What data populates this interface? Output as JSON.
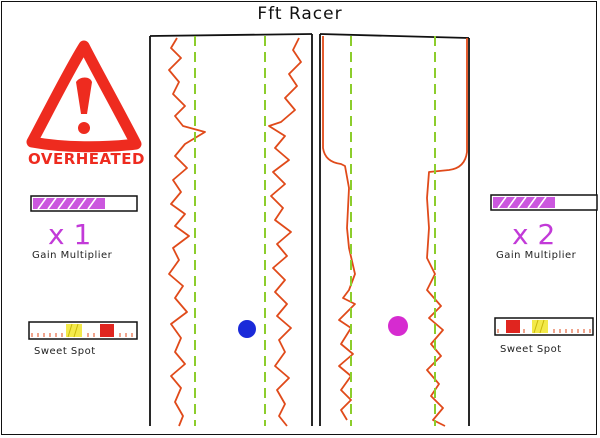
{
  "title": "Fft Racer",
  "status": {
    "text": "OVERHEATED",
    "icon": "warning-triangle-icon",
    "color": "#ee2b1f"
  },
  "players": [
    {
      "multiplier": "x 1",
      "multiplier_label": "Gain Multiplier",
      "sweet_spot_label": "Sweet Spot"
    },
    {
      "multiplier": "x 2",
      "multiplier_label": "Gain Multiplier",
      "sweet_spot_label": "Sweet Spot"
    }
  ],
  "colors": {
    "track_edge": "#e04a1a",
    "lane_marker": "#8ccd2c",
    "player1_dot": "#1a2ad9",
    "player2_dot": "#d62bd0",
    "gain_fill": "#c23ad8",
    "sweet_spot_yellow": "#f3e94a",
    "sweet_spot_red": "#e0251f"
  }
}
